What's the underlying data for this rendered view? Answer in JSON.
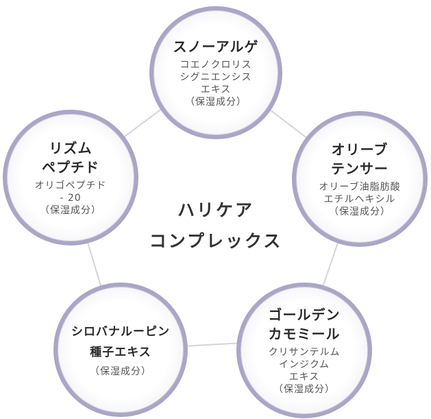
{
  "center": {
    "title": "ハリケア\nコンプレックス"
  },
  "nodes": [
    {
      "id": "snow-algae",
      "title": "スノーアルゲ",
      "desc": "コエノクロリス\nシグニエンシス\nエキス\n（保湿成分）"
    },
    {
      "id": "olive-tensor",
      "title": "オリーブ\nテンサー",
      "desc": "オリーブ油脂肪酸\nエチルヘキシル\n（保湿成分）"
    },
    {
      "id": "golden-chamomile",
      "title": "ゴールデン\nカモミール",
      "desc": "クリサンテルム\nインジクム\nエキス\n（保湿成分）"
    },
    {
      "id": "shirobana-lupin",
      "title": "シロバナルーピン\n種子エキス",
      "desc": "（保湿成分）"
    },
    {
      "id": "rhythm-peptide",
      "title": "リズム\nペプチド",
      "desc": "オリゴペプチド\n- 20\n（保湿成分）"
    }
  ],
  "colors": {
    "ring": "#a9a6c6",
    "connector": "#d4d4dc",
    "text": "#2d2d2d"
  }
}
